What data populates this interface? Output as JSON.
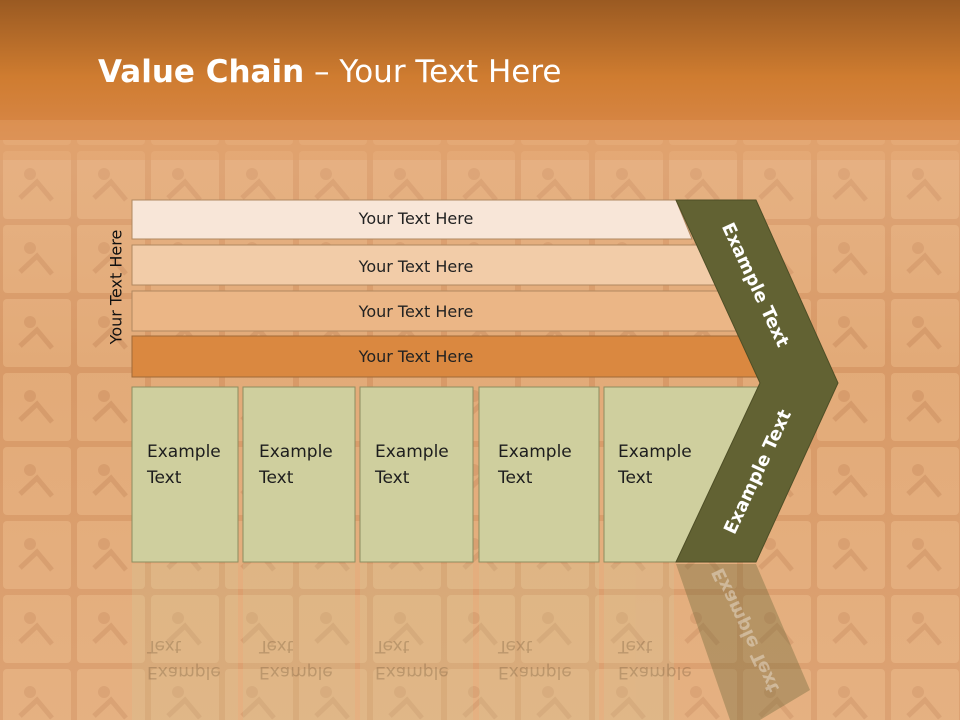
{
  "slide": {
    "title_bold": "Value Chain",
    "title_rest": " – Your Text Here",
    "side_label": "Your Text Here"
  },
  "bars": [
    {
      "label": "Your Text Here"
    },
    {
      "label": "Your Text Here"
    },
    {
      "label": "Your Text Here"
    },
    {
      "label": "Your Text Here"
    }
  ],
  "boxes": [
    {
      "label": "Example\nText"
    },
    {
      "label": "Example\nText"
    },
    {
      "label": "Example\nText"
    },
    {
      "label": "Example\nText"
    },
    {
      "label": "Example\nText"
    }
  ],
  "chevron": {
    "upper_label": "Example Text",
    "lower_label": "Example Text"
  },
  "colors": {
    "header": "#d3802e",
    "bar1": "#f8e6d8",
    "bar2": "#f2cca8",
    "bar3": "#ebb686",
    "bar4": "#da8840",
    "box": "#cfcf9e",
    "chevron": "#626233",
    "tile": "#d9945a"
  }
}
